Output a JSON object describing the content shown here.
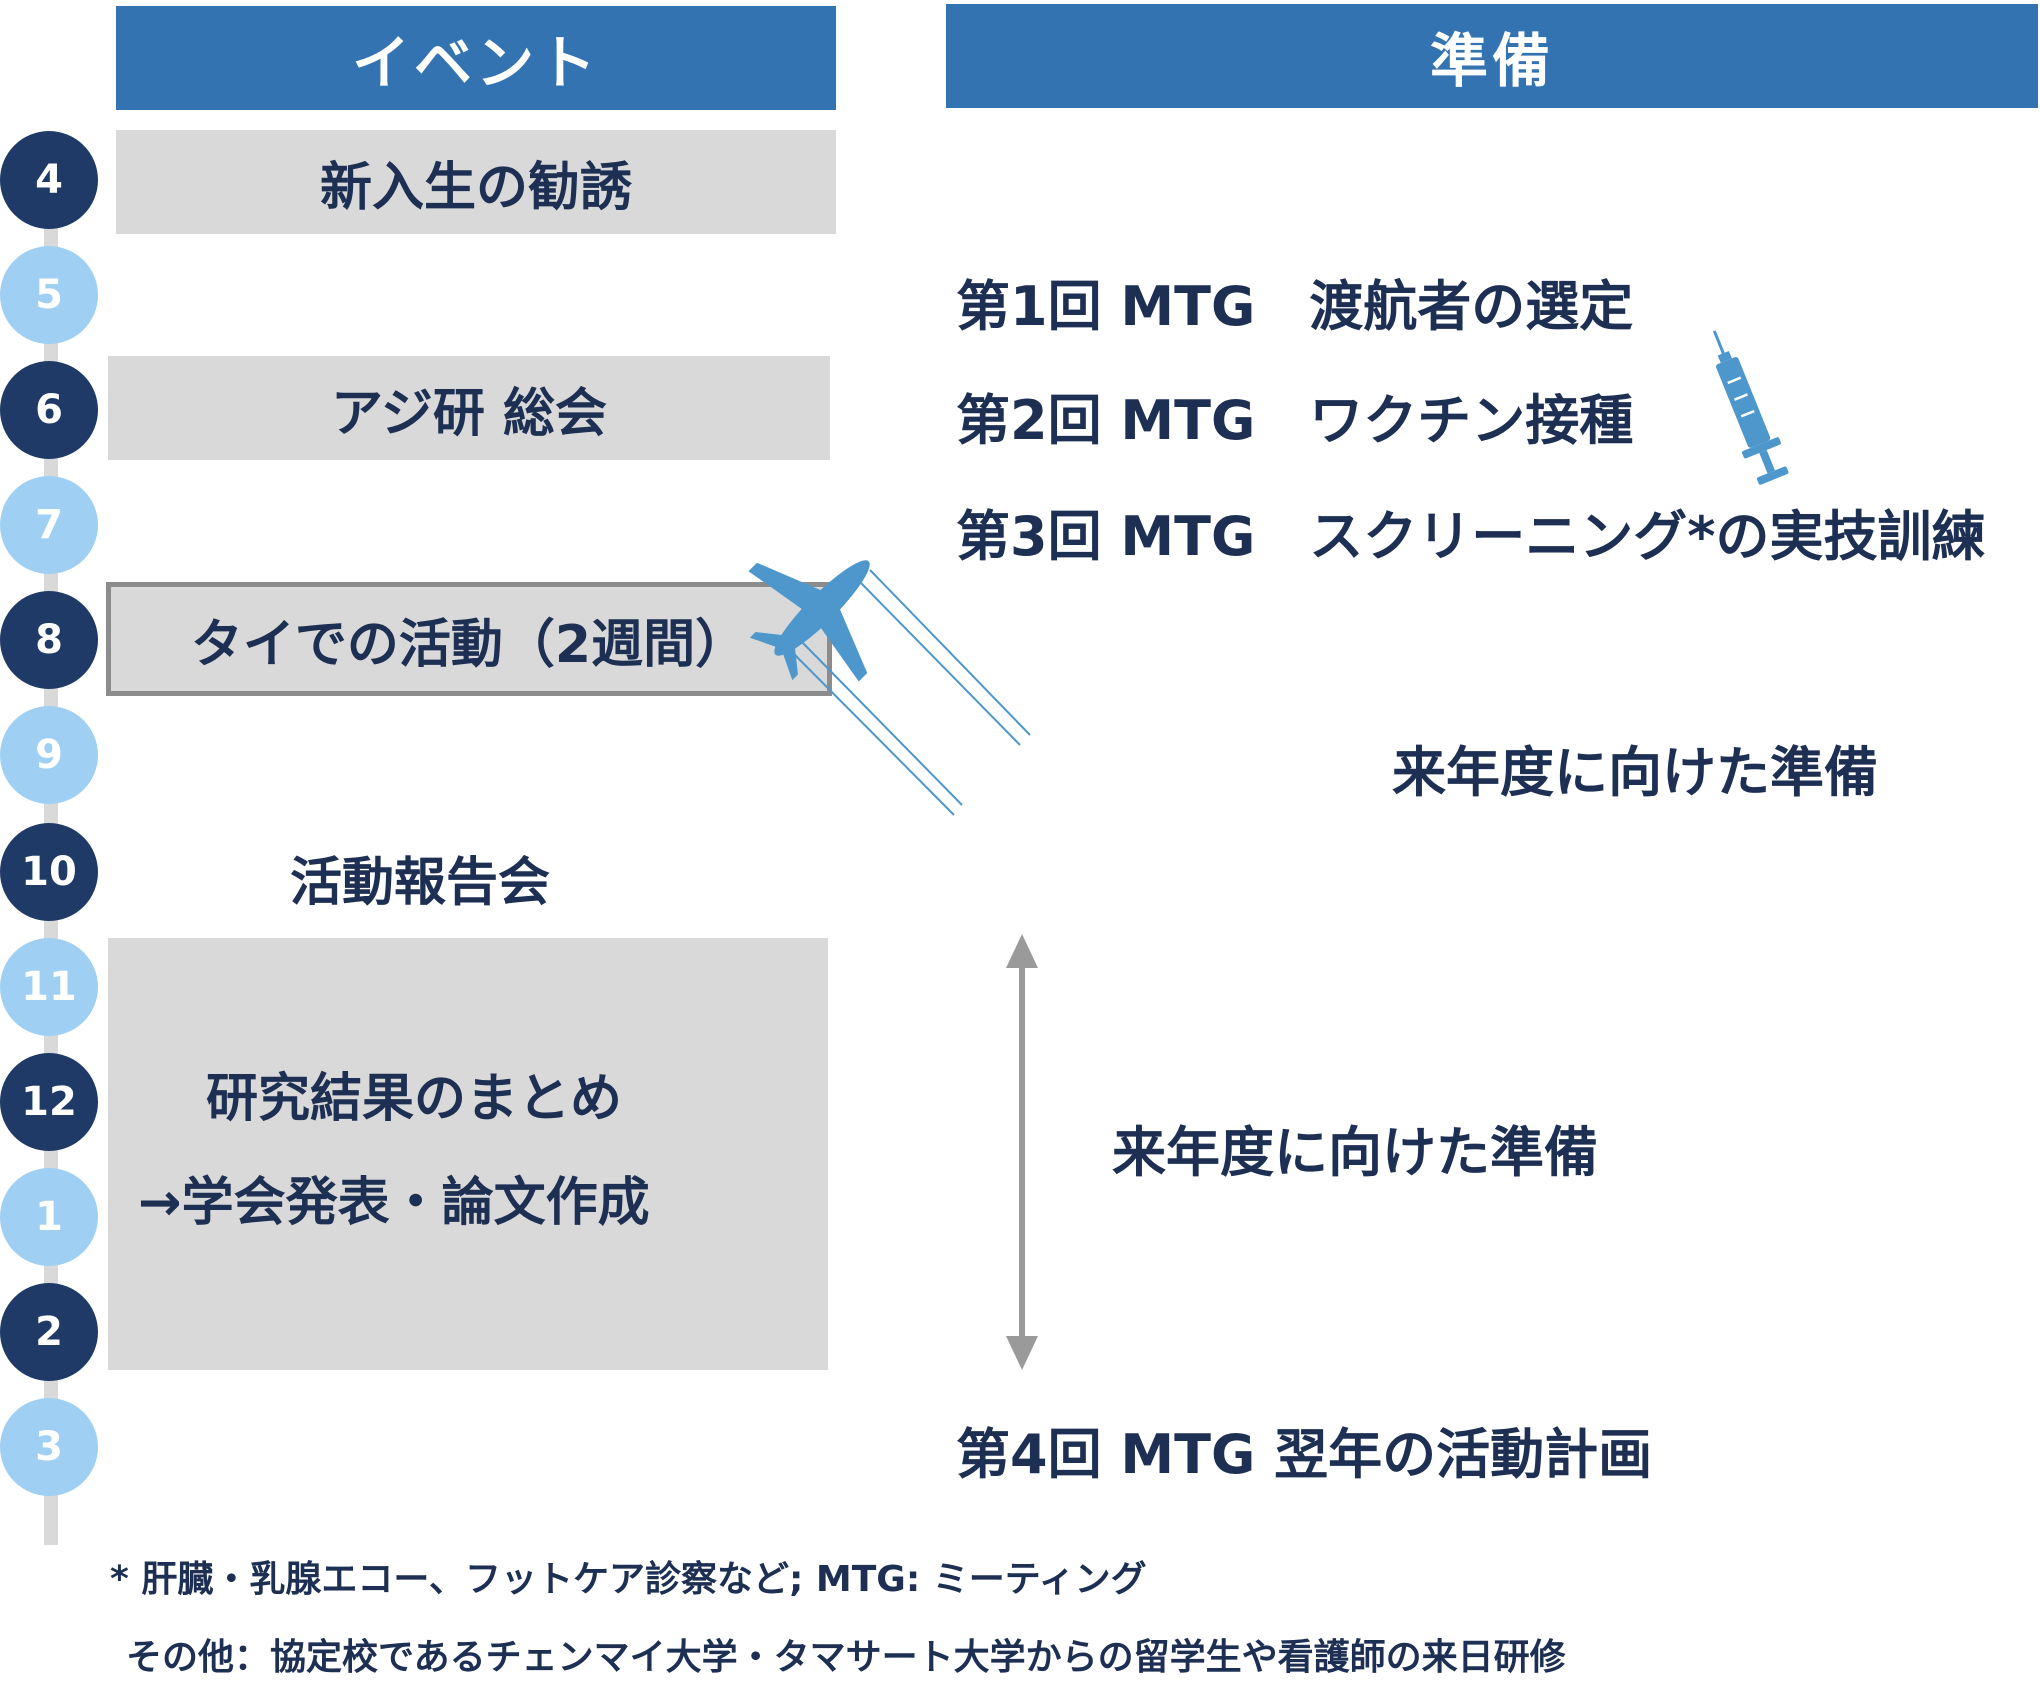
{
  "headers": {
    "event": "イベント",
    "prep": "準備"
  },
  "months": [
    {
      "label": "4",
      "tone": "dark"
    },
    {
      "label": "5",
      "tone": "light"
    },
    {
      "label": "6",
      "tone": "dark"
    },
    {
      "label": "7",
      "tone": "light"
    },
    {
      "label": "8",
      "tone": "dark"
    },
    {
      "label": "9",
      "tone": "light"
    },
    {
      "label": "10",
      "tone": "dark"
    },
    {
      "label": "11",
      "tone": "light"
    },
    {
      "label": "12",
      "tone": "dark"
    },
    {
      "label": "1",
      "tone": "light"
    },
    {
      "label": "2",
      "tone": "dark"
    },
    {
      "label": "3",
      "tone": "light"
    }
  ],
  "events": {
    "recruit": "新入生の勧誘",
    "general_meeting": "アジ研 総会",
    "thailand": "タイでの活動（2週間）",
    "report": "活動報告会",
    "summary_line1": "研究結果のまとめ",
    "summary_line2": "→学会発表・論文作成"
  },
  "prep": {
    "mtg1": "第1回 MTG　渡航者の選定",
    "mtg2": "第2回 MTG　ワクチン接種",
    "mtg3": "第3回 MTG　スクリーニング*の実技訓練",
    "next_year_1": "来年度に向けた準備",
    "next_year_2": "来年度に向けた準備",
    "mtg4": "第4回 MTG 翌年の活動計画"
  },
  "notes": {
    "footnote": "* 肝臓・乳腺エコー、フットケア診察など; MTG: ミーティング",
    "other": "その他：協定校であるチェンマイ大学・タマサート大学からの留学生や看護師の来日研修"
  },
  "icons": [
    "airplane-icon",
    "syringe-icon",
    "double-arrow-icon"
  ],
  "colors": {
    "header": "#3373b2",
    "dark_month": "#1f3a67",
    "light_month": "#9fd0f3",
    "box": "#d9d9d9",
    "text": "#1d2f52",
    "icon": "#4d97cc",
    "arrow": "#9a9a9a"
  }
}
